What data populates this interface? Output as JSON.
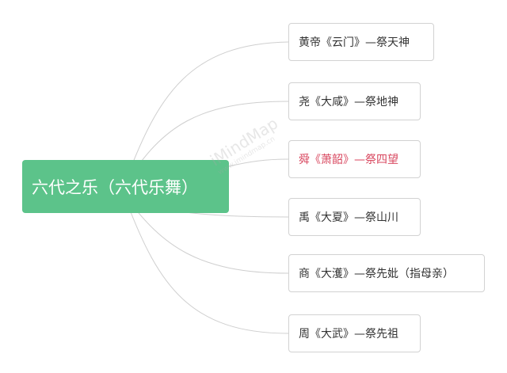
{
  "root": {
    "label": "六代之乐（六代乐舞）",
    "color": "#5cc38a"
  },
  "branches": [
    {
      "label": "黄帝《云门》—祭天神",
      "highlight": false
    },
    {
      "label": "尧《大咸》—祭地神",
      "highlight": false
    },
    {
      "label": "舜《萧韶》—祭四望",
      "highlight": true,
      "color": "#d8465e"
    },
    {
      "label": "禹《大夏》—祭山川",
      "highlight": false
    },
    {
      "label": "商《大濩》—祭先妣（指母亲）",
      "highlight": false
    },
    {
      "label": "周《大武》—祭先祖",
      "highlight": false
    }
  ],
  "watermark": {
    "text": "iMindMap",
    "subtext": "www.imindmap.cn"
  }
}
